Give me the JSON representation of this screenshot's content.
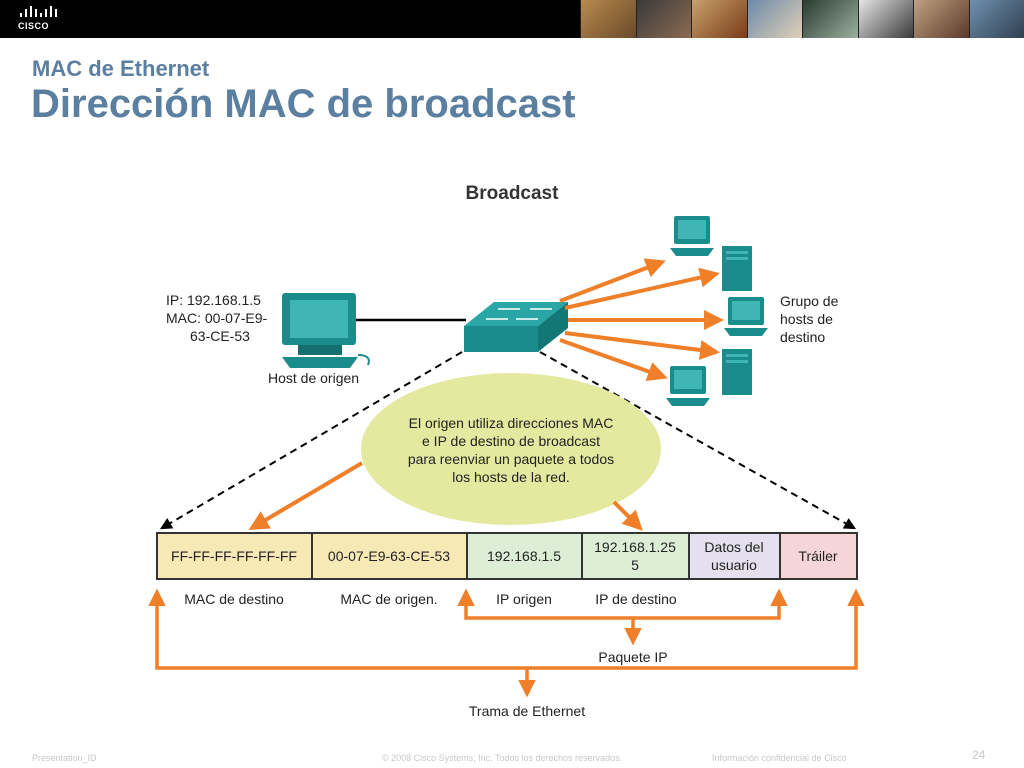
{
  "header": {
    "logo_text": "CISCO"
  },
  "slide": {
    "subtitle": "MAC de Ethernet",
    "title": "Dirección MAC de broadcast"
  },
  "diagram": {
    "heading": "Broadcast",
    "source_host": {
      "ip_line": "IP: 192.168.1.5",
      "mac_line1": "MAC: 00-07-E9-",
      "mac_line2": "63-CE-53",
      "label": "Host de origen"
    },
    "dest_group": {
      "line1": "Grupo de",
      "line2": "hosts de",
      "line3": "destino"
    },
    "bubble": {
      "line1": "El origen utiliza direcciones MAC",
      "line2": "e IP de destino de broadcast",
      "line3": "para reenviar un paquete a todos",
      "line4": "los hosts de la red."
    },
    "frame_fields": {
      "dest_mac": "FF-FF-FF-FF-FF-FF",
      "src_mac": "00-07-E9-63-CE-53",
      "src_ip": "192.168.1.5",
      "dest_ip_line1": "192.168.1.25",
      "dest_ip_line2": "5",
      "data_line1": "Datos del",
      "data_line2": "usuario",
      "trailer": "Tráiler"
    },
    "field_labels": {
      "dest_mac": "MAC de destino",
      "src_mac": "MAC de origen.",
      "src_ip": "IP origen",
      "dest_ip": "IP de destino"
    },
    "packet_label": "Paquete IP",
    "frame_label": "Trama de Ethernet",
    "colors": {
      "arrow": "#f07f2a",
      "device": "#1b8c8c",
      "bubble": "#e3e99e",
      "title": "#5a7fa0"
    }
  },
  "footer": {
    "presentation_id": "Presentation_ID",
    "copyright": "© 2008 Cisco Systems, Inc. Todos los derechos reservados.",
    "confidential": "Información confidencial de Cisco",
    "page_number": "24"
  }
}
